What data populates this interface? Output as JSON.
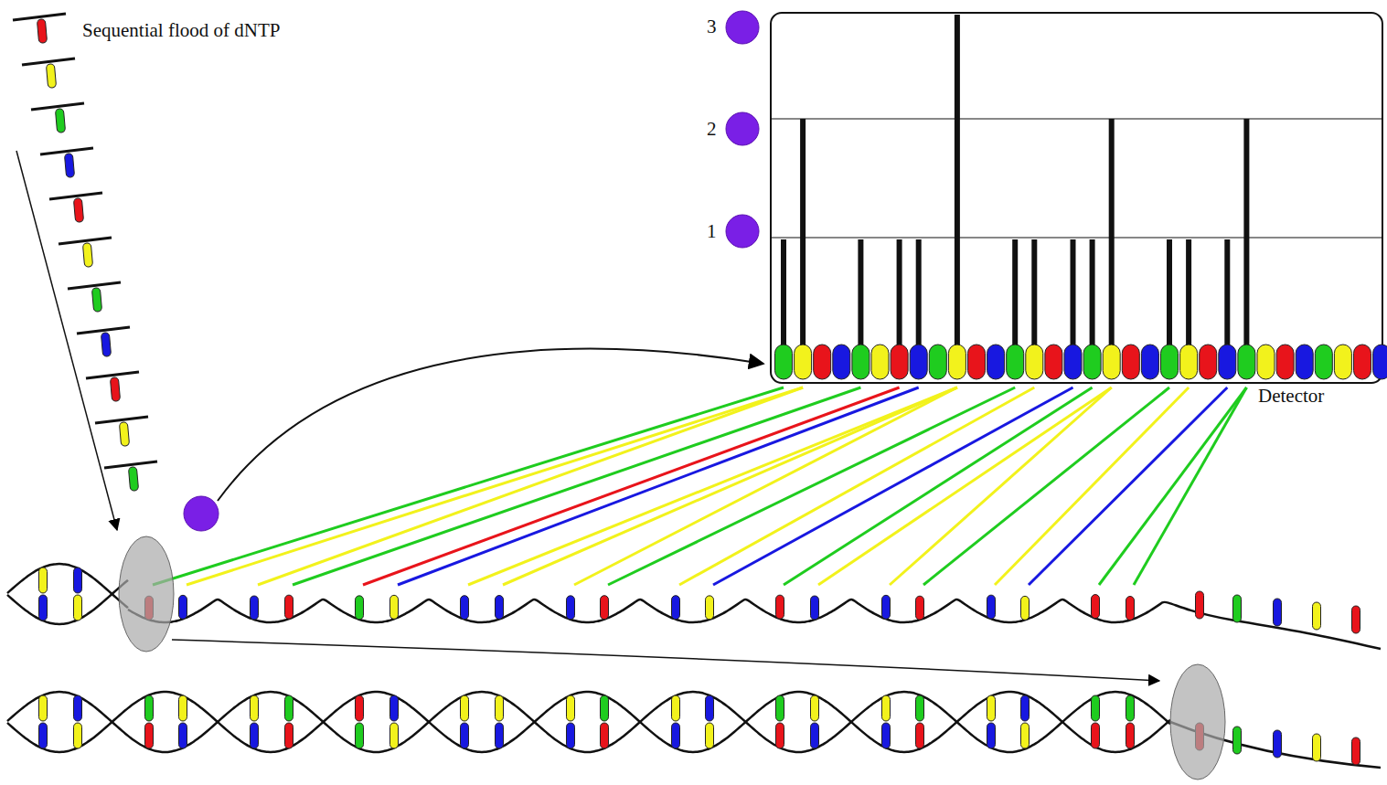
{
  "diagram": {
    "labels": [
      "Sequential flood of dNTP",
      "3",
      "2",
      "1",
      "Detector"
    ]
  }
}
